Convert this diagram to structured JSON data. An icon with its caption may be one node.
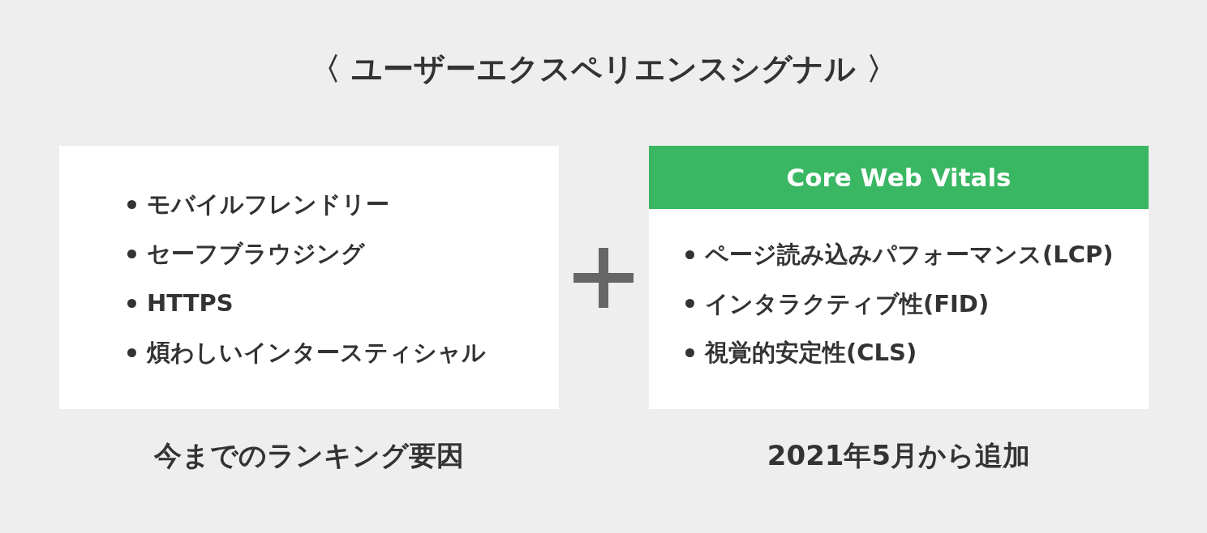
{
  "diagram": {
    "title": "〈 ユーザーエクスペリエンスシグナル 〉",
    "nodes": [
      {
        "text": [
          "モバイルフレンドリー",
          "セーフブラウジング",
          "HTTPS",
          "煩わしいインタースティシャル"
        ],
        "beside": [
          "今までのランキング要因"
        ]
      },
      {
        "text": [
          "ページ読み込みパフォーマンス(LCP)",
          "インタラクティブ性(FID)",
          "視覚的安定性(CLS)"
        ],
        "beside": [
          "2021年5月から追加"
        ]
      },
      {
        "text": [
          "Core Web Vitals"
        ],
        "in": 1
      }
    ]
  }
}
